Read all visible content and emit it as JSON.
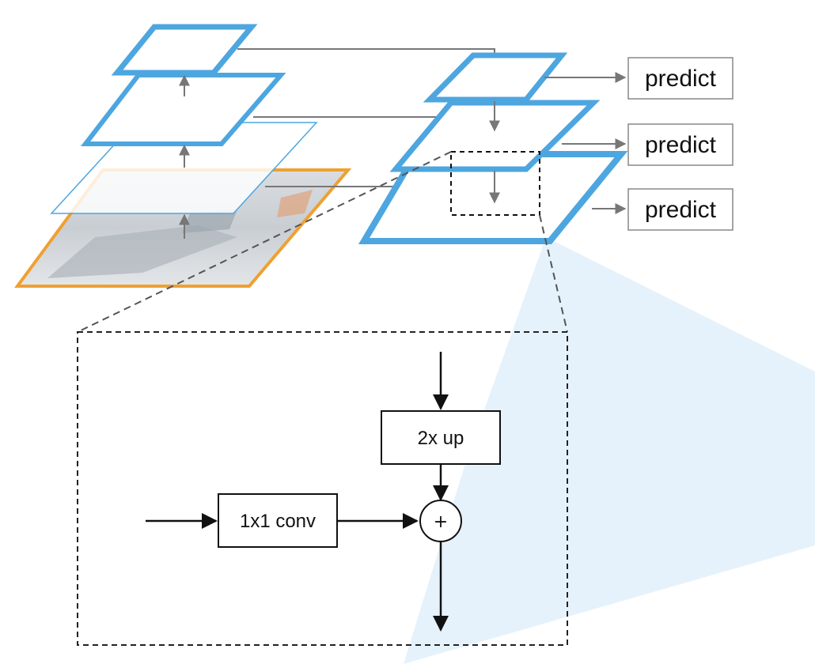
{
  "diagram": {
    "predict_labels": [
      "predict",
      "predict",
      "predict"
    ],
    "upsample_label": "2x up",
    "lateral_label": "1x1 conv",
    "plus_symbol": "+"
  },
  "colors": {
    "pyramid_blue": "#4da6df",
    "image_border": "#f0a030",
    "arrow_gray": "#777777",
    "ink": "#111111",
    "light_cone": "#e6f2fb"
  }
}
